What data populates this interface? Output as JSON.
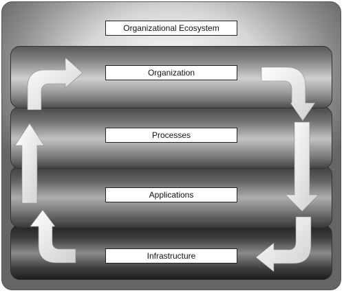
{
  "diagram": {
    "title": "Organizational Ecosystem",
    "layers": [
      {
        "label": "Organization"
      },
      {
        "label": "Processes"
      },
      {
        "label": "Applications"
      },
      {
        "label": "Infrastructure"
      }
    ]
  },
  "colors": {
    "arrow_fill": "#f2f2f2",
    "label_background": "#ffffff",
    "border": "#222222"
  }
}
